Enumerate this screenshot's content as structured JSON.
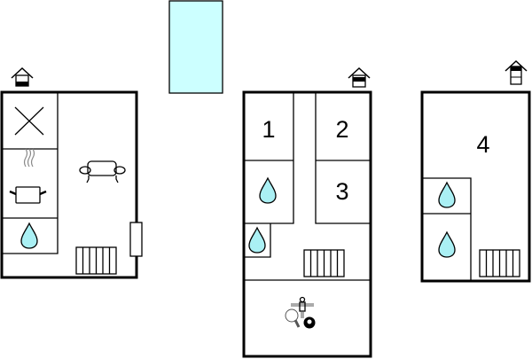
{
  "colors": {
    "pool": "#ccffff",
    "water": "#aaf0f4",
    "walls": "#000000"
  },
  "floors": [
    {
      "level_icon": "house-ground-floor-icon",
      "rooms": [
        "kitchen",
        "cooking",
        "bathroom",
        "living-room"
      ]
    },
    {
      "level_icon": "house-ground-floor-icon",
      "rooms": [
        {
          "label": "1"
        },
        {
          "label": "2"
        },
        {
          "label": "3"
        },
        "bathroom",
        "toilet",
        "activity-room"
      ]
    },
    {
      "level_icon": "house-upper-floor-icon",
      "rooms": [
        {
          "label": "4"
        },
        "bathroom",
        "bathroom"
      ]
    }
  ],
  "labels": {
    "room1": "1",
    "room2": "2",
    "room3": "3",
    "room4": "4"
  }
}
